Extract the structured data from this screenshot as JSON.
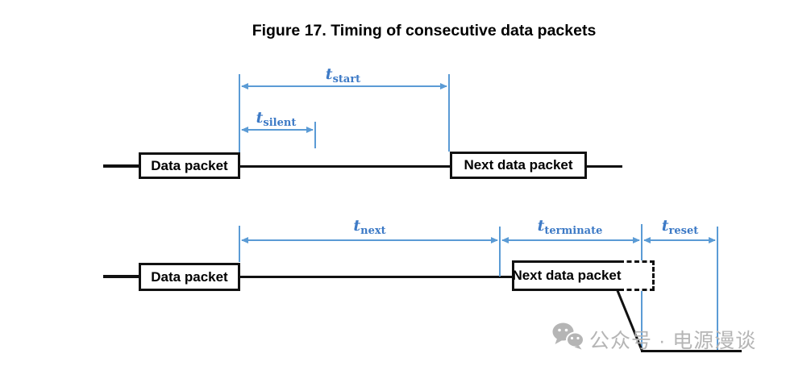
{
  "figure": {
    "title": "Figure 17. Timing of consecutive data packets"
  },
  "colors": {
    "dimension_blue": "#5B9BD5",
    "label_blue": "#3D7AC6",
    "signal_black": "#111111",
    "watermark_gray": "#B5B5B5"
  },
  "diagram_top": {
    "packet_label": "Data packet",
    "next_packet_label": "Next data packet",
    "timings": [
      {
        "base": "t",
        "sub": "start"
      },
      {
        "base": "t",
        "sub": "silent"
      }
    ]
  },
  "diagram_bottom": {
    "packet_label": "Data packet",
    "next_packet_label": "Next data packet",
    "timings": [
      {
        "base": "t",
        "sub": "next"
      },
      {
        "base": "t",
        "sub": "terminate"
      },
      {
        "base": "t",
        "sub": "reset"
      }
    ]
  },
  "watermark": {
    "icon": "wechat-icon",
    "text": "公众号 · 电源漫谈"
  }
}
